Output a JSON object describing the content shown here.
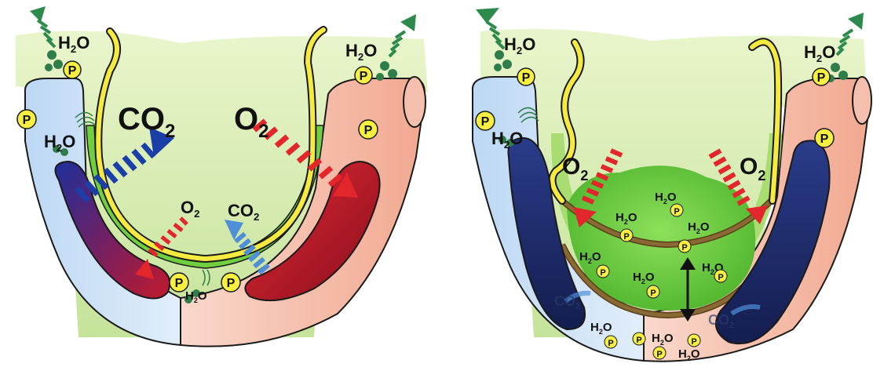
{
  "labels": {
    "h2o_main": "H",
    "h2o_sub": "2",
    "h2o_tail": "O",
    "co2_main": "CO",
    "co2_sub": "2",
    "o2_main": "O",
    "o2_sub": "2",
    "p": "P"
  },
  "colors": {
    "soil_green": "#c8e6a0",
    "water_green": "#2e7d4a",
    "co2_blue": "#1b3fa8",
    "light_blue": "#4f8fd8",
    "o2_red": "#e3262b",
    "blood_red": "#b0182b",
    "dark_navy": "#1d2a66",
    "shell_yellow": "#f5ea40",
    "outer_blue": "#cfe3f7",
    "outer_pink": "#f7c3b0",
    "inner_green": "#7ad04a",
    "membrane_brown": "#7a5a2a"
  }
}
